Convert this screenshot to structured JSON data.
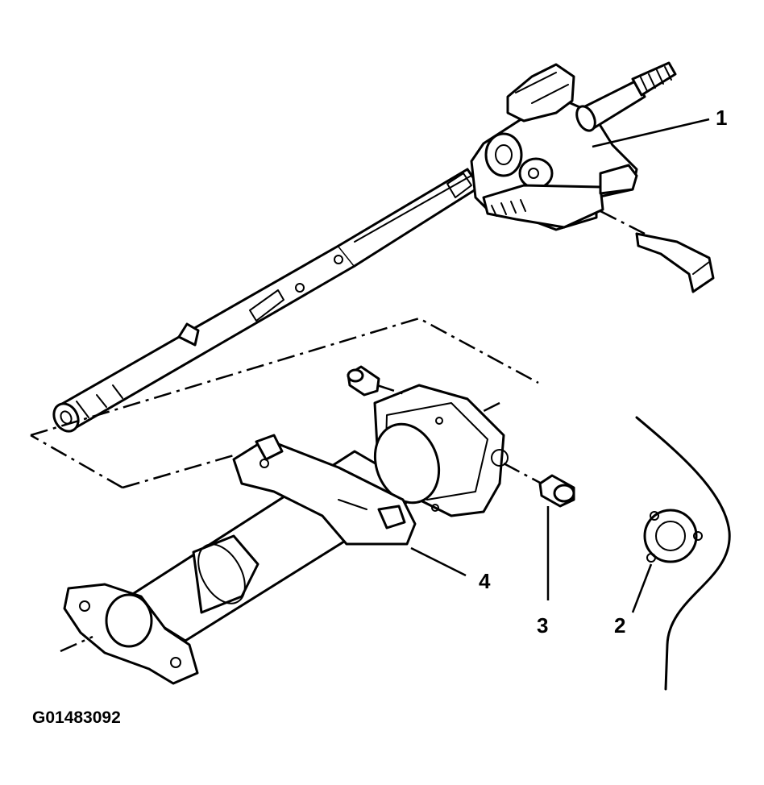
{
  "figure": {
    "id_label": "G01483092"
  },
  "callouts": [
    {
      "number": "1"
    },
    {
      "number": "2"
    },
    {
      "number": "3"
    },
    {
      "number": "4"
    }
  ]
}
